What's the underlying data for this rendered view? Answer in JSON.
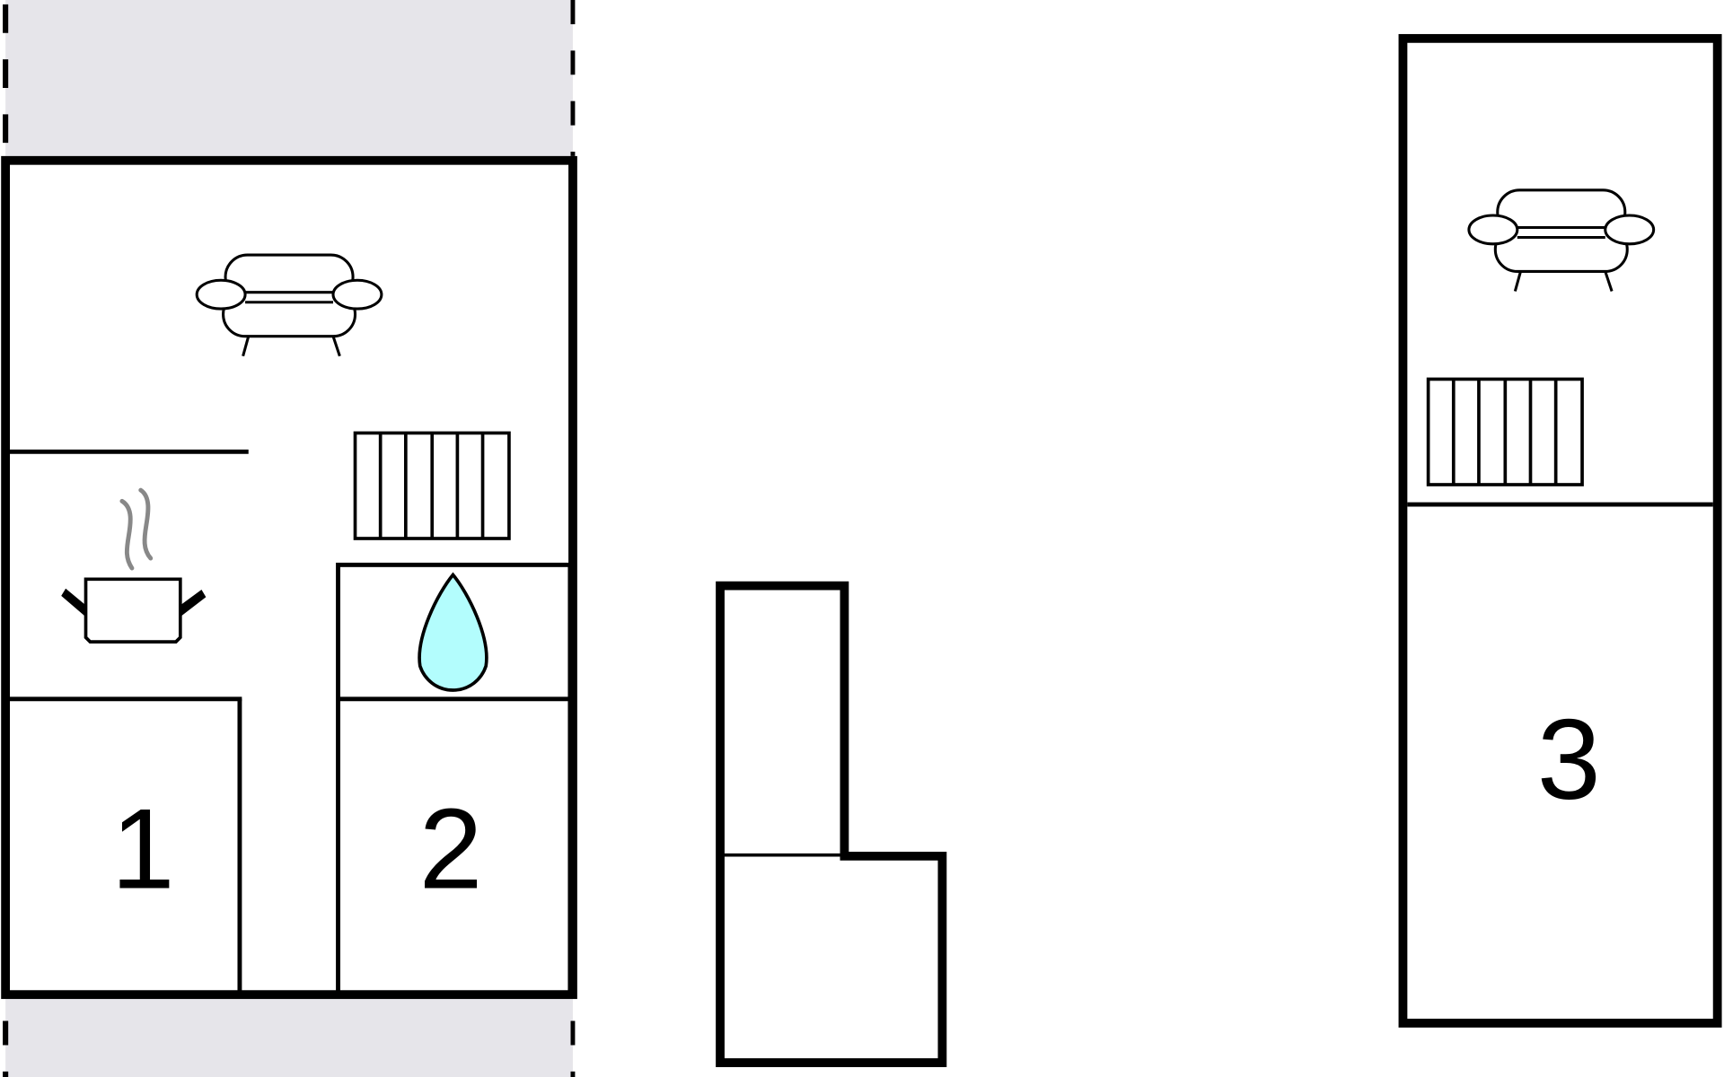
{
  "floorplan": {
    "rooms": [
      {
        "label": "1",
        "type": "bedroom"
      },
      {
        "label": "2",
        "type": "bedroom"
      },
      {
        "label": "3",
        "type": "bedroom"
      }
    ],
    "icons": [
      "sofa-icon",
      "radiator-icon",
      "cooking-pot-icon",
      "water-drop-icon"
    ],
    "colors": {
      "terrace": "#e6e5ea",
      "water": "#b3fdfd",
      "wall": "#000000",
      "steam": "#888888"
    }
  }
}
